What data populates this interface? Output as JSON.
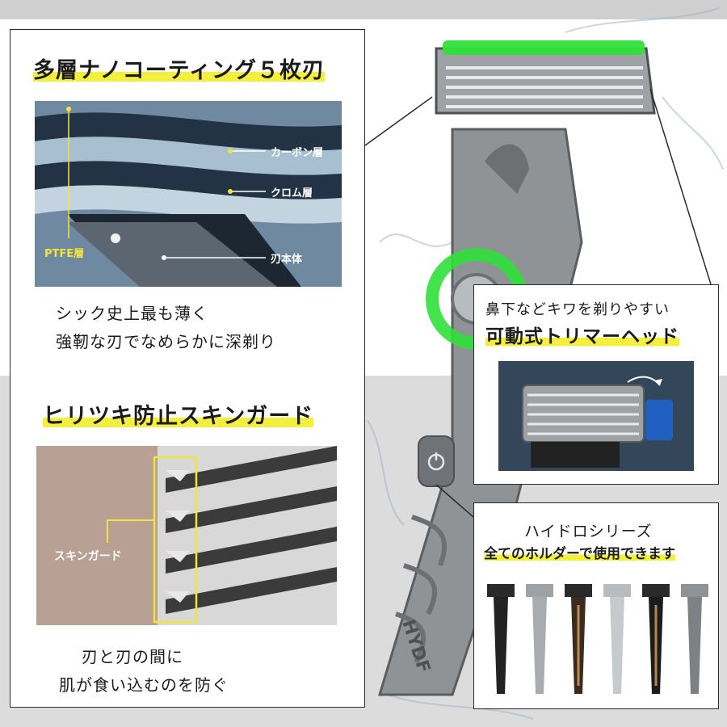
{
  "coating_section": {
    "heading": "多層ナノコーティング５枚刃",
    "layers": {
      "carbon": "カーボン層",
      "chrome": "クロム層",
      "ptfe": "PTFE層",
      "blade_body": "刃本体"
    },
    "caption_lines": [
      "シック史上最も薄く",
      "強靭な刃でなめらかに深剃り"
    ]
  },
  "guard_section": {
    "heading": "ヒリツキ防止スキンガード",
    "label": "スキンガード",
    "caption_lines": [
      "刃と刃の間に",
      "肌が食い込むのを防ぐ"
    ]
  },
  "trimmer_panel": {
    "subtitle": "鼻下などキワを剃りやすい",
    "title": "可動式トリマーヘッド"
  },
  "series_panel": {
    "title": "ハイドロシリーズ",
    "subtitle": "全てのホルダーで使用できます"
  },
  "product": {
    "handle_brand": "HYDF"
  },
  "colors": {
    "accent_yellow": "#f4ee3c",
    "glow_green": "#2fe03a",
    "handle_gray": "#8f9396",
    "deep_blue": "#233345"
  }
}
